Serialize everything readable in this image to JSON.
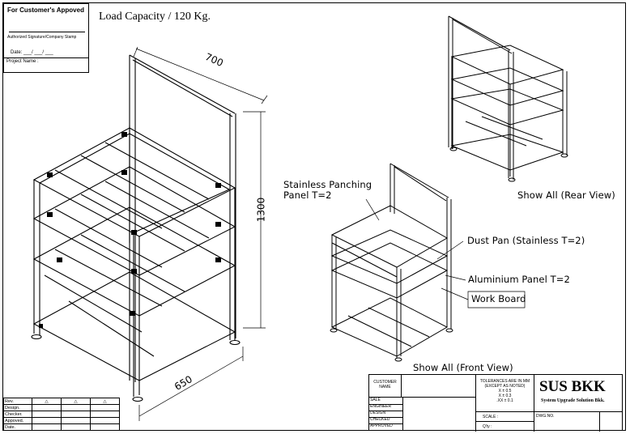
{
  "approval": {
    "title": "For Customer's  Appoved",
    "signature_label": "Authorized Signature/Company Stamp",
    "date_label": "Date: ___/ ___/ ___",
    "project_label": "Project Name :"
  },
  "load_capacity": "Load Capacity / 120 Kg.",
  "dimensions": {
    "depth": "700",
    "height": "1300",
    "width": "650"
  },
  "callouts": {
    "panel_line1": "Stainless Panching",
    "panel_line2": "Panel T=2",
    "dust_pan": "Dust Pan (Stainless T=2)",
    "aluminium": "Aluminium Panel T=2",
    "work_board": "Work Board",
    "rear_view": "Show All (Rear View)",
    "front_view": "Show All (Front View)"
  },
  "revision_table": {
    "rows": [
      "Rev.",
      "Design.",
      "Checker.",
      "Appoved.",
      "Date."
    ]
  },
  "title_block": {
    "customer_name": "CUSTOMER\nNAME",
    "roles": [
      "SALE",
      "ENGINEER",
      "DESIGN",
      "CHECKED",
      "APPROVED"
    ],
    "tolerance_title": "TOLERANCES ARE IN MM\n(EXCEPT AS NOTED)",
    "tolerances": [
      "X  ±  0.5",
      "X  ±  0.3",
      ".XX  ±  0.1"
    ],
    "scale_label": "SCALE :",
    "qty_label": "Q'ty :",
    "company": "SUS BKK",
    "company_sub": "System Upgrade Solution Bkk.",
    "dwg_label": "DWG.NO."
  }
}
